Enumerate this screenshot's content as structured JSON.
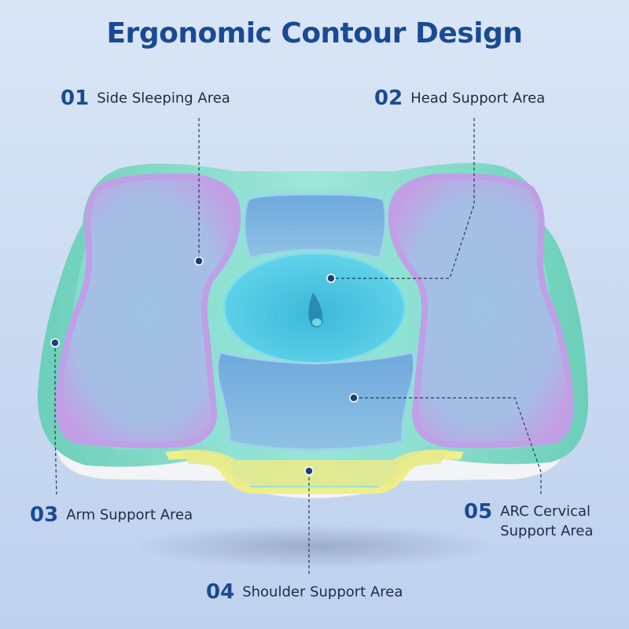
{
  "title": "Ergonomic Contour Design",
  "areas": [
    {
      "number": "01",
      "label": "Side Sleeping Area"
    },
    {
      "number": "02",
      "label": "Head Support Area"
    },
    {
      "number": "03",
      "label": "Arm Support Area"
    },
    {
      "number": "04",
      "label": "Shoulder Support Area"
    },
    {
      "number": "05",
      "label_line1": "ARC Cervical",
      "label_line2": "Support Area"
    }
  ],
  "colors": {
    "title": "#1b4a93",
    "base_teal": "#7fd8c9",
    "side_purple": "#b59be0",
    "center_blue": "#4ecbe6",
    "shoulder_yellow": "#ecec86"
  }
}
